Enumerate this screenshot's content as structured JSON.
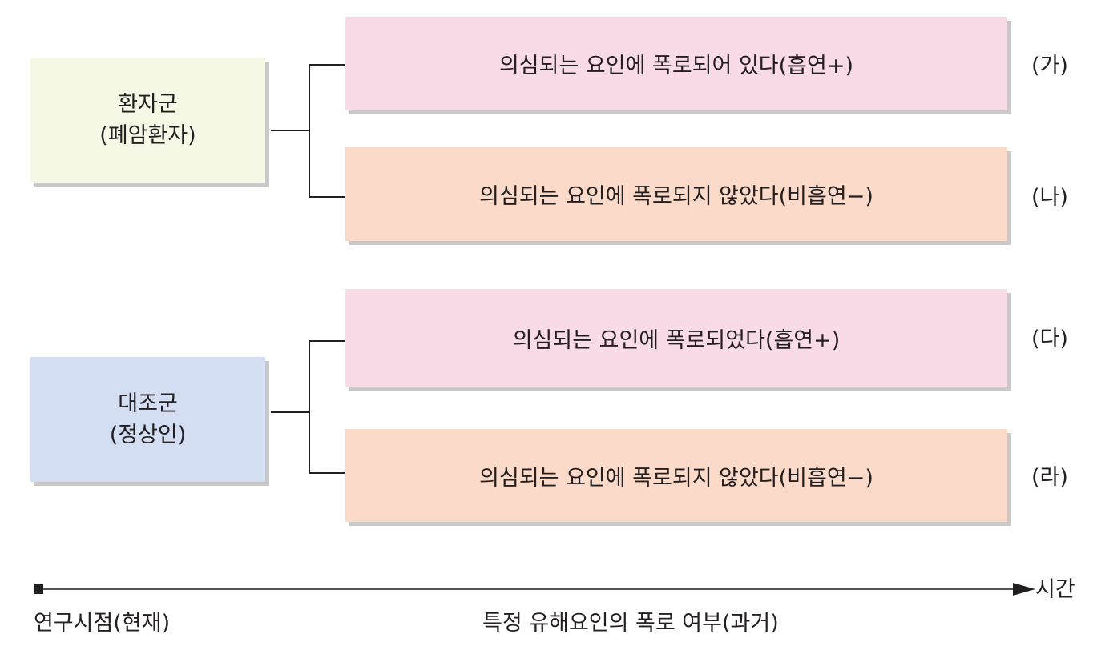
{
  "groups": {
    "case": {
      "line1": "환자군",
      "line2": "(폐암환자)",
      "color": "#f5f8e4"
    },
    "control": {
      "line1": "대조군",
      "line2": "(정상인)",
      "color": "#d3def2"
    }
  },
  "outcomes": [
    {
      "text": "의심되는 요인에 폭로되어 있다(흡연+)",
      "label": "(가)",
      "color": "#f9dbe8"
    },
    {
      "text": "의심되는 요인에 폭로되지 않았다(비흡연−)",
      "label": "(나)",
      "color": "#fbdac9"
    },
    {
      "text": "의심되는 요인에 폭로되었다(흡연+)",
      "label": "(다)",
      "color": "#f9dbe8"
    },
    {
      "text": "의심되는 요인에 폭로되지 않았다(비흡연−)",
      "label": "(라)",
      "color": "#fbdac9"
    }
  ],
  "timeline": {
    "start_label": "연구시점(현재)",
    "middle_label": "특정 유해요인의 폭로 여부(과거)",
    "end_label": "시간"
  }
}
